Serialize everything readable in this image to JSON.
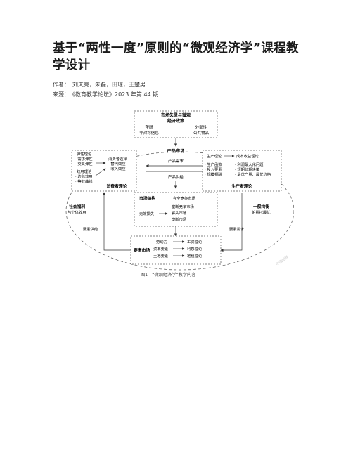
{
  "article": {
    "title": "基于“两性一度”原则的“微观经济学”课程教学设计",
    "authors_label": "作者：",
    "authors": "刘天亮，朱磊，田琼，王楚男",
    "source_label": "来源：",
    "source": "《教育教学论坛》2023 年第 44 期"
  },
  "figure": {
    "caption": "图1　“微观经济学”教学内容",
    "watermark": "中国知网",
    "top_box": {
      "title_line1": "市场失灵与微观",
      "title_line2": "经济政策",
      "left_1": "垄断",
      "left_2": "非对称信息",
      "right_1": "外部性",
      "right_2": "公共物品"
    },
    "product_market": {
      "title": "产品市场",
      "demand": "产品需求",
      "supply": "产品供给"
    },
    "consumer": {
      "left_items": [
        "弹性理论",
        "· 需求弹性",
        "· 交叉弹性"
      ],
      "left_items_2": [
        "效用理论",
        "· 边际效用",
        "· 等效曲线"
      ],
      "choice": [
        "消费者选择",
        "· 替代效应",
        "· 收入效应"
      ],
      "title": "消费者理论"
    },
    "producer": {
      "row1_left": "生产理论",
      "row1_right": "成本收益理论",
      "left_items": [
        "· 生产函数",
        "· 投入要素",
        "· 规模报酬"
      ],
      "right_items": [
        "· 利润最大化问题",
        "· 短期长期决策",
        "· 最优产量、最优价格"
      ],
      "title": "生产者理论"
    },
    "market_structure": {
      "title": "市场结构",
      "perfect": "完全竞争市场",
      "imperfect": "无效损失",
      "items": [
        "垄断竞争市场",
        "寡头市场",
        "垄断市场"
      ]
    },
    "welfare": {
      "line1": "社会福利",
      "line2": "与个体效用"
    },
    "equilibrium": {
      "line1": "一般均衡",
      "line2": "帕累托最优"
    },
    "factor_supply": "要素供给",
    "factor_demand": "要素需求",
    "factor_market": {
      "title": "要素市场",
      "rows": [
        {
          "left": "劳动力",
          "right": "工资理论"
        },
        {
          "left": "资本要素",
          "right": "利息理论"
        },
        {
          "left": "土地要素",
          "right": "地租理论"
        }
      ]
    }
  }
}
